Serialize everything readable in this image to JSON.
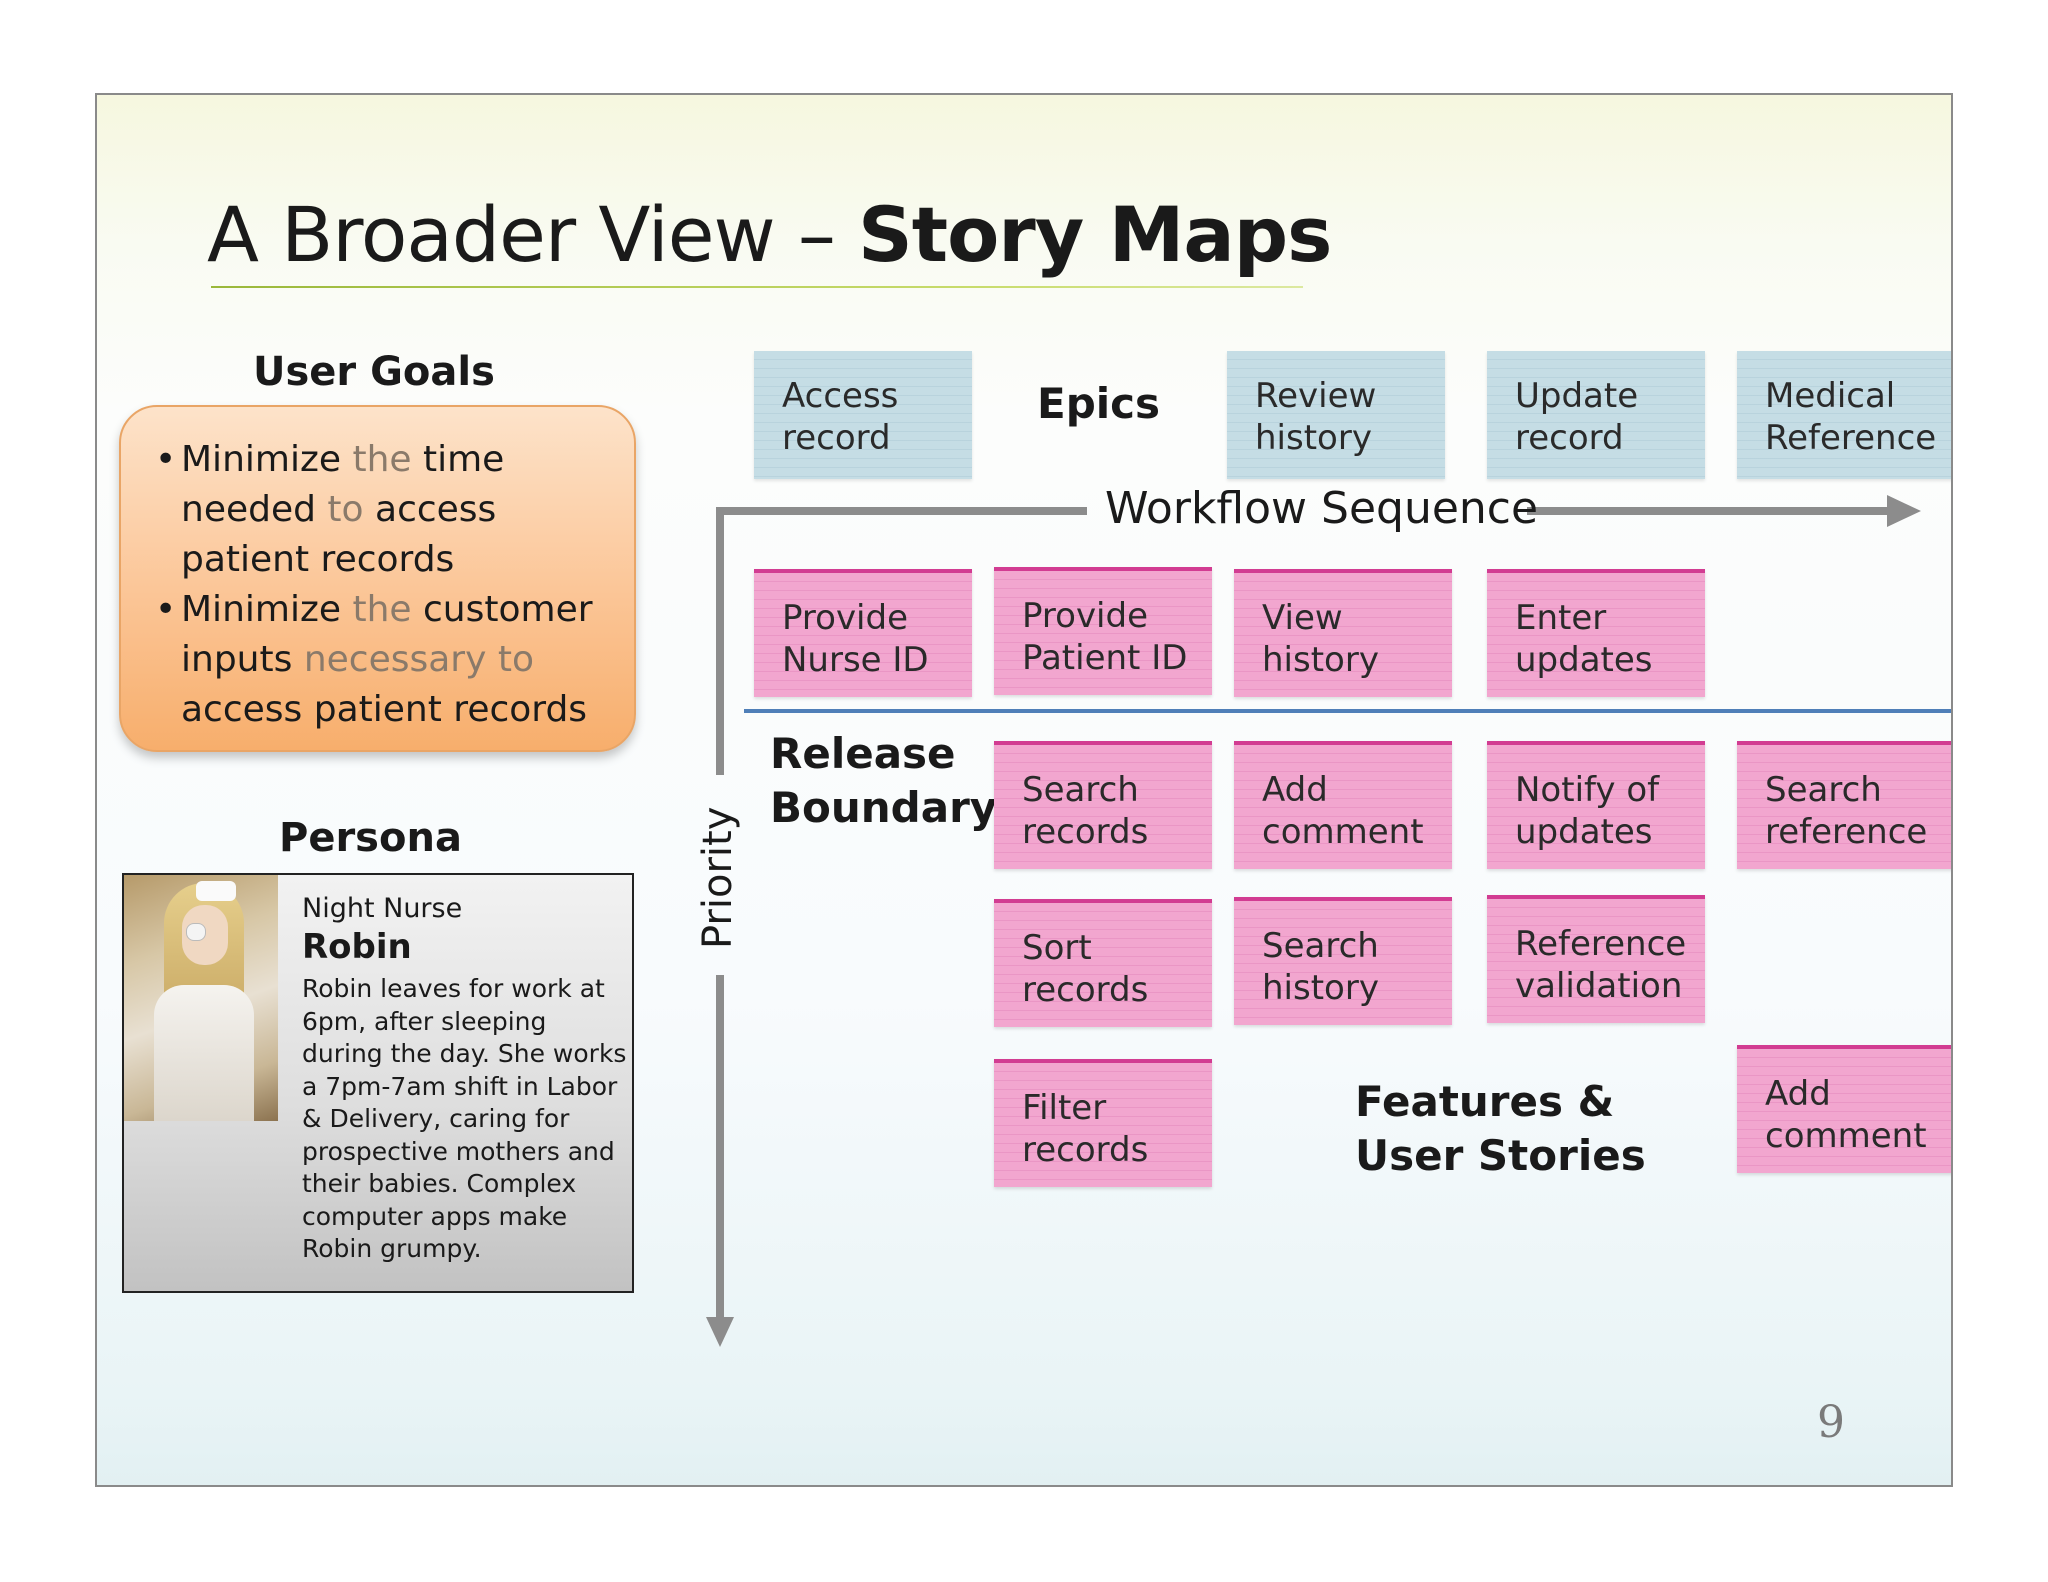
{
  "slide": {
    "title_prefix": "A Broader View – ",
    "title_bold": "Story Maps",
    "page_number": "9"
  },
  "user_goals": {
    "heading": "User Goals",
    "goals": [
      {
        "parts": [
          {
            "text": "Minimize ",
            "muted": false
          },
          {
            "text": "the",
            "muted": true
          },
          {
            "text": " time needed ",
            "muted": false
          },
          {
            "text": "to",
            "muted": true
          },
          {
            "text": " access patient records",
            "muted": false
          }
        ]
      },
      {
        "parts": [
          {
            "text": "Minimize ",
            "muted": false
          },
          {
            "text": "the",
            "muted": true
          },
          {
            "text": " customer inputs ",
            "muted": false
          },
          {
            "text": "necessary to",
            "muted": true
          },
          {
            "text": " access patient records",
            "muted": false
          }
        ]
      }
    ]
  },
  "persona": {
    "heading": "Persona",
    "role": "Night Nurse",
    "name": "Robin",
    "description": "Robin leaves for work at 6pm, after sleeping during the day. She works a 7pm-7am shift in Labor & Delivery, caring for prospective mothers and their babies. Complex computer apps make Robin grumpy."
  },
  "story_map": {
    "epics_label": "Epics",
    "workflow_label": "Workflow Sequence",
    "priority_label": "Priority",
    "release_label": "Release Boundary",
    "features_label": "Features & User Stories",
    "epics": [
      "Access record",
      "Review history",
      "Update record",
      "Medical Reference"
    ],
    "release_1_stories": [
      "Provide Nurse ID",
      "Provide Patient ID",
      "View history",
      "Enter updates"
    ],
    "later_stories": [
      [
        "Search records",
        "Add comment",
        "Notify of updates",
        "Search reference"
      ],
      [
        "Sort records",
        "Search history",
        "Reference validation"
      ],
      [
        "Filter records",
        "Add comment"
      ]
    ]
  },
  "colors": {
    "story_card": "#f2a6cf",
    "epic_card": "#c5dde5",
    "goals_box": "#fbc596",
    "release_line": "#4f7fb8",
    "arrow": "#8c8c8c"
  }
}
